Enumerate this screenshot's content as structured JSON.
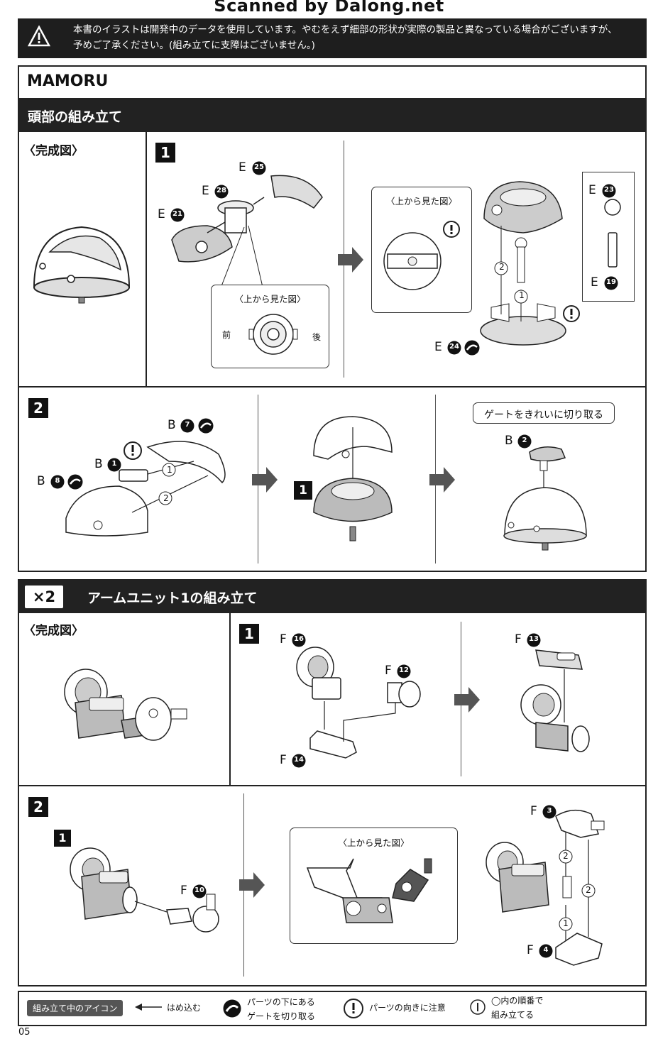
{
  "scan_watermark": "Scanned by Dalong.net",
  "notice": {
    "line1": "本書のイラストは開発中のデータを使用しています。やむをえず細部の形状が実際の製品と異なっている場合がございますが、",
    "line2": "予めご了承ください。(組み立てに支障はございません。)"
  },
  "product_name": "MAMORU",
  "sections": [
    {
      "title": "頭部の組み立て",
      "complete_label": "〈完成図〉",
      "step1": {
        "number": "1",
        "parts": [
          "E",
          "E",
          "E"
        ],
        "part_nums": [
          "25",
          "28",
          "21"
        ],
        "callout_top_view": "〈上から見た図〉",
        "front": "前",
        "back": "後",
        "right_callout": "〈上から見た図〉",
        "parts_right": [
          {
            "letter": "E",
            "num": "23"
          },
          {
            "letter": "E",
            "num": "19"
          },
          {
            "letter": "E",
            "num": "24"
          }
        ],
        "order": [
          "2",
          "1"
        ]
      },
      "step2": {
        "number": "2",
        "parts": [
          {
            "letter": "B",
            "num": "7"
          },
          {
            "letter": "B",
            "num": "1"
          },
          {
            "letter": "B",
            "num": "8"
          }
        ],
        "order": [
          "1",
          "2"
        ],
        "sub_step": "1",
        "gate_note": "ゲートをきれいに切り取る",
        "gate_part": {
          "letter": "B",
          "num": "2"
        }
      }
    },
    {
      "multiplier": "×2",
      "title": "アームユニット1の組み立て",
      "complete_label": "〈完成図〉",
      "step1": {
        "number": "1",
        "parts": [
          {
            "letter": "F",
            "num": "16"
          },
          {
            "letter": "F",
            "num": "12"
          },
          {
            "letter": "F",
            "num": "14"
          },
          {
            "letter": "F",
            "num": "13"
          }
        ]
      },
      "step2": {
        "number": "2",
        "sub_step": "1",
        "part": {
          "letter": "F",
          "num": "10"
        },
        "callout_top_view": "〈上から見た図〉",
        "parts_right": [
          {
            "letter": "F",
            "num": "3"
          },
          {
            "letter": "F",
            "num": "4"
          }
        ],
        "order": [
          "2",
          "2",
          "1"
        ]
      }
    }
  ],
  "legend": {
    "title": "組み立て中のアイコン",
    "press_fit": "はめ込む",
    "gate_under_1": "パーツの下にある",
    "gate_under_2": "ゲートを切り取る",
    "orientation": "パーツの向きに注意",
    "order_1": "◯内の順番で",
    "order_2": "組み立てる"
  },
  "page_number": "05",
  "colors": {
    "dark_bar": "#222222",
    "pill": "#555555",
    "arrow": "#444444"
  }
}
